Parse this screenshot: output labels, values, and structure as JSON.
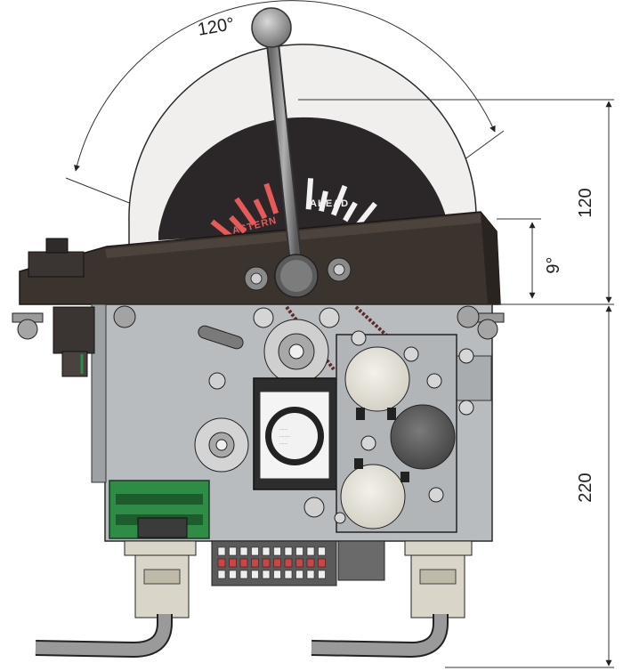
{
  "dimensions": {
    "angle_label": "120°",
    "top_height_label": "120",
    "tilt_label": "9°",
    "body_height_label": "220"
  },
  "dial": {
    "astern_label": "ASTERN",
    "ahead_label": "AHEAD"
  },
  "colors": {
    "housing": "#b9bcbf",
    "top_plate": "#3b332e",
    "dial_face": "#2a2627",
    "astern": "#e8595a",
    "ahead": "#f2f2f2",
    "terminal_board": "#2f8c46"
  }
}
